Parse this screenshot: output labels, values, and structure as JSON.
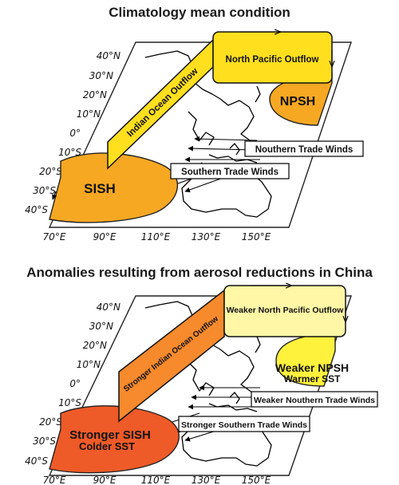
{
  "panels": [
    {
      "title": "Climatology mean condition",
      "lat_ticks": [
        "40°N",
        "30°N",
        "20°N",
        "10°N",
        "0°",
        "10°S",
        "20°S",
        "30°S",
        "40°S"
      ],
      "lon_ticks": [
        "70°E",
        "90°E",
        "110°E",
        "130°E",
        "150°E"
      ],
      "sish": {
        "name": "SISH",
        "sub": "",
        "fill": "#f7a823"
      },
      "npsh": {
        "name": "NPSH",
        "sub": "",
        "fill": "#f7a823"
      },
      "indian_outflow": {
        "label": "Indian Ocean Outflow",
        "fill": "#ffdf1e"
      },
      "pacific_outflow": {
        "label": "North Pacific Outflow",
        "fill": "#ffdf1e"
      },
      "northern_trade": "Nouthern Trade Winds",
      "southern_trade": "Southern Trade Winds"
    },
    {
      "title": "Anomalies resulting from aerosol reductions in China",
      "lat_ticks": [
        "40°N",
        "30°N",
        "20°N",
        "10°N",
        "0°",
        "10°S",
        "20°S",
        "30°S",
        "40°S"
      ],
      "lon_ticks": [
        "70°E",
        "90°E",
        "110°E",
        "130°E",
        "150°E"
      ],
      "sish": {
        "name": "Stronger SISH",
        "sub": "Colder SST",
        "fill": "#ee5a28",
        "sub_color": "#5a8fd6"
      },
      "npsh": {
        "name": "Weaker NPSH",
        "sub": "Warmer SST",
        "fill": "#fff23d",
        "sub_color": "#e8302a"
      },
      "indian_outflow": {
        "label": "Stronger Indian Ocean Outflow",
        "fill": "#f68a2c"
      },
      "pacific_outflow": {
        "label": "Weaker North Pacific Outflow",
        "fill": "#fff7a6"
      },
      "northern_trade": "Weaker Nouthern Trade Winds",
      "southern_trade": "Stronger Southern Trade Winds"
    }
  ]
}
